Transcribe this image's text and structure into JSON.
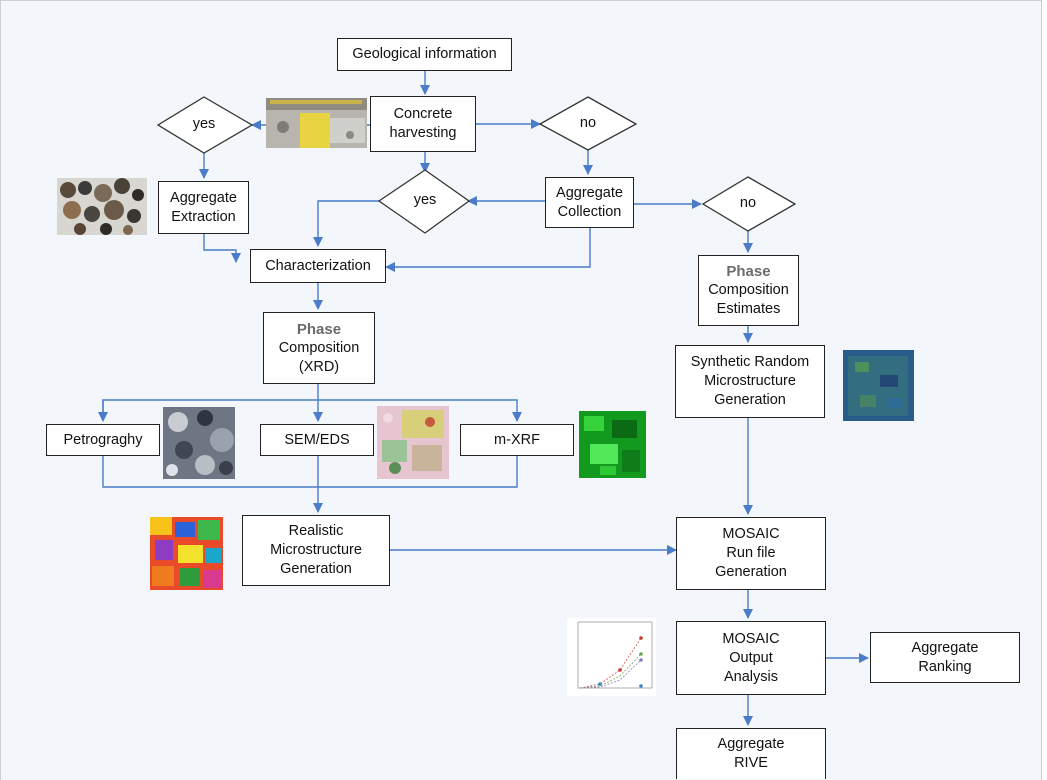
{
  "nodes": {
    "geo": "Geological information",
    "harvest": [
      "Concrete",
      "harvesting"
    ],
    "yes_left": "yes",
    "no_mid": "no",
    "agg_extract": [
      "Aggregate",
      "Extraction"
    ],
    "yes_mid": "yes",
    "agg_collect": [
      "Aggregate",
      "Collection"
    ],
    "no_right": "no",
    "characterization": "Characterization",
    "phase_xrd": [
      "Phase",
      "Composition",
      "(XRD)"
    ],
    "phase_est": [
      "Phase",
      "Composition",
      "Estimates"
    ],
    "synthetic": [
      "Synthetic Random",
      "Microstructure",
      "Generation"
    ],
    "petro": "Petrograghy",
    "sem": "SEM/EDS",
    "mxrf": "m-XRF",
    "realistic": [
      "Realistic",
      "Microstructure",
      "Generation"
    ],
    "mosaic_run": [
      "MOSAIC",
      "Run file",
      "Generation"
    ],
    "mosaic_out": [
      "MOSAIC",
      "Output",
      "Analysis"
    ],
    "ranking": [
      "Aggregate",
      "Ranking"
    ],
    "rive": [
      "Aggregate",
      "RIVE"
    ]
  },
  "colors": {
    "arrow": "#4a7cc9",
    "box_border": "#222222",
    "background": "#f3f7fb",
    "phase_text": "#6b6b6b"
  },
  "images": [
    "concrete-core-photo",
    "aggregate-pebbles-photo",
    "petrography-micrograph",
    "sem-eds-phase-map",
    "m-xrf-map",
    "realistic-microstructure-map",
    "synthetic-microstructure-map",
    "mosaic-output-plot"
  ]
}
